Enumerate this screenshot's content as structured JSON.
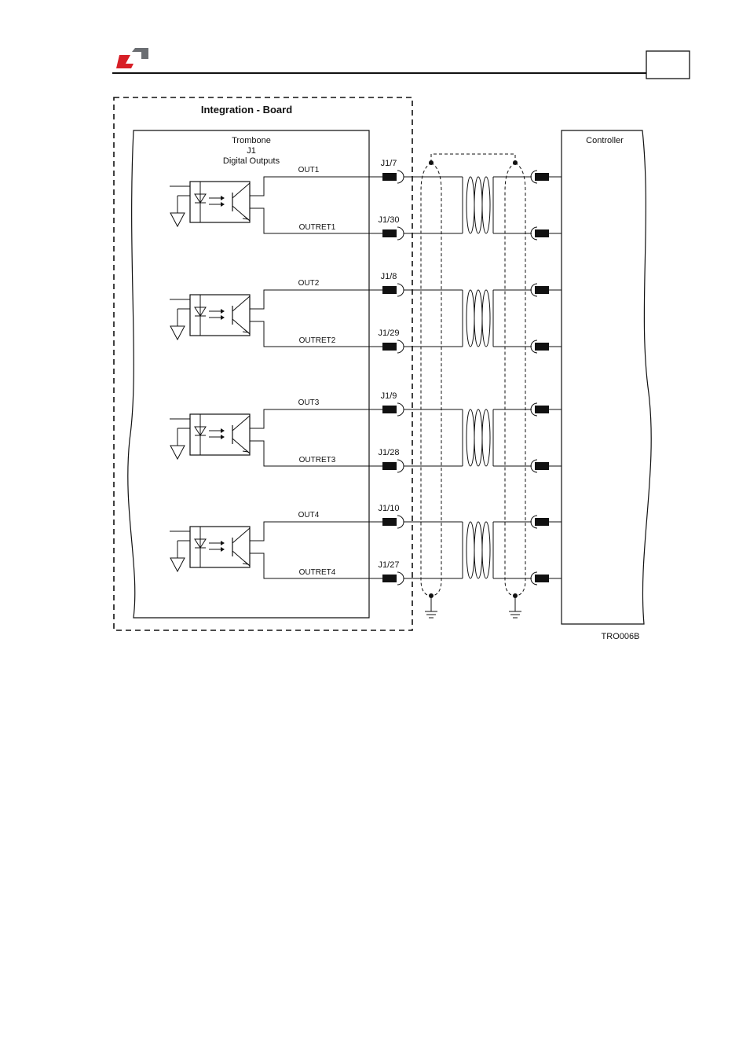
{
  "header": {
    "logo": "company-logo",
    "page_box": ""
  },
  "diagram": {
    "board_title": "Integration - Board",
    "device_lines": [
      "Trombone",
      "J1",
      "Digital Outputs"
    ],
    "controller_label": "Controller",
    "figure_id": "TRO006B",
    "channels": [
      {
        "out": "OUT1",
        "ret": "OUTRET1",
        "pin_out": "J1/7",
        "pin_ret": "J1/30"
      },
      {
        "out": "OUT2",
        "ret": "OUTRET2",
        "pin_out": "J1/8",
        "pin_ret": "J1/29"
      },
      {
        "out": "OUT3",
        "ret": "OUTRET3",
        "pin_out": "J1/9",
        "pin_ret": "J1/28"
      },
      {
        "out": "OUT4",
        "ret": "OUTRET4",
        "pin_out": "J1/10",
        "pin_ret": "J1/27"
      }
    ]
  },
  "colors": {
    "logo_red": "#d71f26",
    "logo_gray": "#6b6e72",
    "ink": "#111111"
  }
}
